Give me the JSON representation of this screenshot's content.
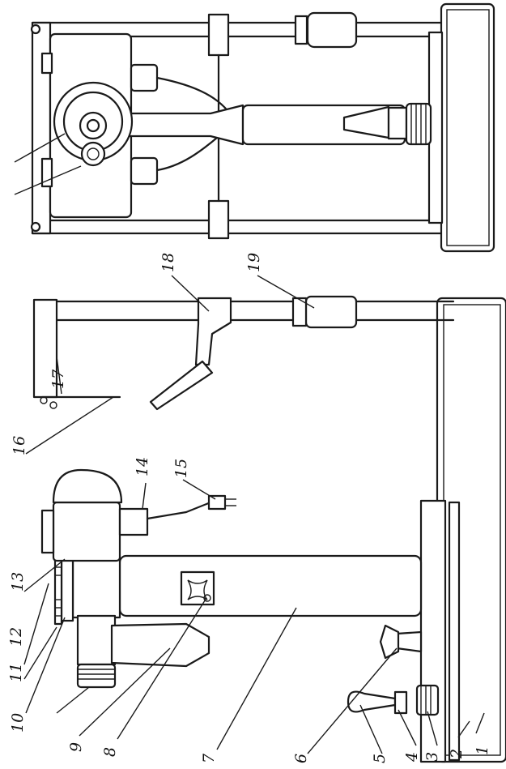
{
  "callouts": {
    "c1": "1",
    "c2": "2",
    "c3": "3",
    "c4": "4",
    "c5": "5",
    "c6": "6",
    "c7": "7",
    "c8": "8",
    "c9": "9",
    "c10": "10",
    "c11": "11",
    "c12": "12",
    "c13": "13",
    "c14": "14",
    "c15": "15",
    "c16": "16",
    "c17": "17",
    "c18": "18",
    "c19": "19"
  },
  "colors": {
    "ink": "#1a1a1a",
    "paper": "#ffffff"
  }
}
